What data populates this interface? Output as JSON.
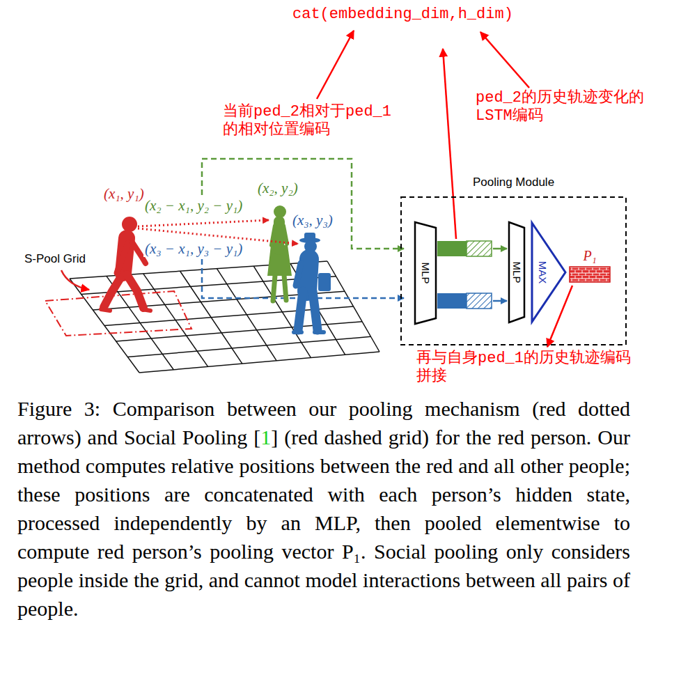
{
  "diagram": {
    "caption": "Figure 3: Comparison between our pooling mechanism (red dotted arrows) and Social Pooling [1] (red dashed grid) for the red person. Our method computes relative positions between the red and all other people; these positions are concatenated with each person’s hidden state, processed independently by an MLP, then pooled elementwise to compute red person’s pooling vector P₁. Social pooling only considers people inside the grid, and cannot model interactions between all pairs of people.",
    "nodes": [
      {
        "text": [
          "Pooling Module"
        ]
      },
      {
        "text": [
          "MLP"
        ],
        "in": 0
      },
      {
        "text": [
          "MLP"
        ],
        "in": 0
      },
      {
        "text": [
          "MAX"
        ],
        "in": 0
      },
      {
        "text": [
          "P₁"
        ],
        "in": 0
      }
    ],
    "labels": [
      "cat(embedding_dim,h_dim)",
      "当前ped_2相对于ped_1 的相对位置编码",
      "ped_2的历史轨迹变化的 LSTM编码",
      "(x₁, y₁)",
      "(x₂, y₂)",
      "(x₂ − x₁, y₂ − y₁)",
      "(x₃, y₃)",
      "(x₃ − x₁, y₃ − y₁)",
      "S-Pool Grid",
      "再与自身ped_1的历史轨迹编码 拼接"
    ]
  }
}
